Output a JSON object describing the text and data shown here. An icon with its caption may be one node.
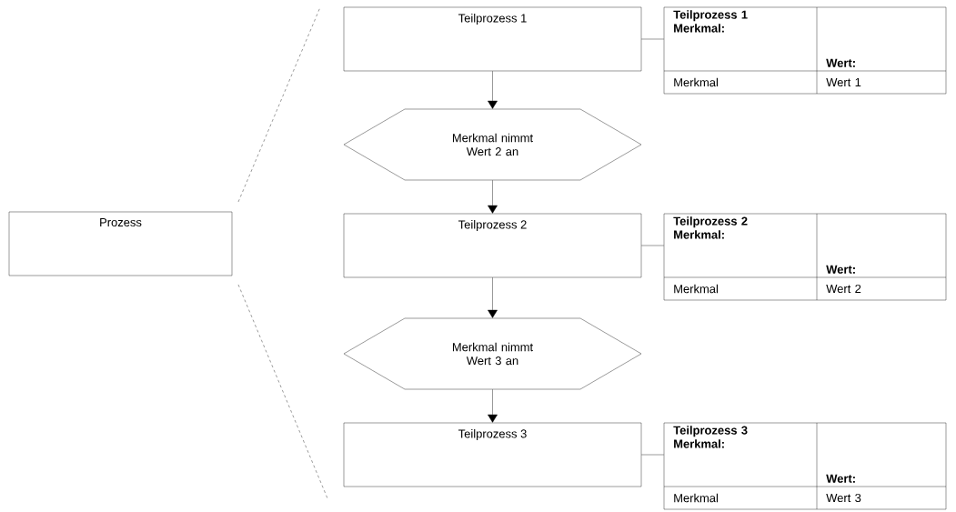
{
  "diagram": {
    "nodes": [
      {
        "text": [
          "Prozess"
        ]
      },
      {
        "text": [
          "Teilprozess 1"
        ]
      },
      {
        "text": [
          "Teilprozess 1 Merkmal:",
          "Wert:",
          "Merkmal",
          "Wert 1"
        ]
      },
      {
        "text": [
          "Merkmal nimmt Wert 2 an"
        ]
      },
      {
        "text": [
          "Teilprozess 2"
        ]
      },
      {
        "text": [
          "Teilprozess 2 Merkmal:",
          "Wert:",
          "Merkmal",
          "Wert 2"
        ]
      },
      {
        "text": [
          "Merkmal nimmt Wert 3 an"
        ]
      },
      {
        "text": [
          "Teilprozess 3"
        ]
      },
      {
        "text": [
          "Teilprozess 3 Merkmal:",
          "Wert:",
          "Merkmal",
          "Wert 3"
        ]
      }
    ],
    "edges": [
      {
        "from": 1,
        "to": 3,
        "arrow": "to"
      },
      {
        "from": 3,
        "to": 4,
        "arrow": "to"
      },
      {
        "from": 4,
        "to": 6,
        "arrow": "to"
      },
      {
        "from": 6,
        "to": 7,
        "arrow": "to"
      },
      {
        "from": 1,
        "to": 2,
        "arrow": "none"
      },
      {
        "from": 4,
        "to": 5,
        "arrow": "none"
      },
      {
        "from": 7,
        "to": 8,
        "arrow": "none"
      }
    ]
  }
}
